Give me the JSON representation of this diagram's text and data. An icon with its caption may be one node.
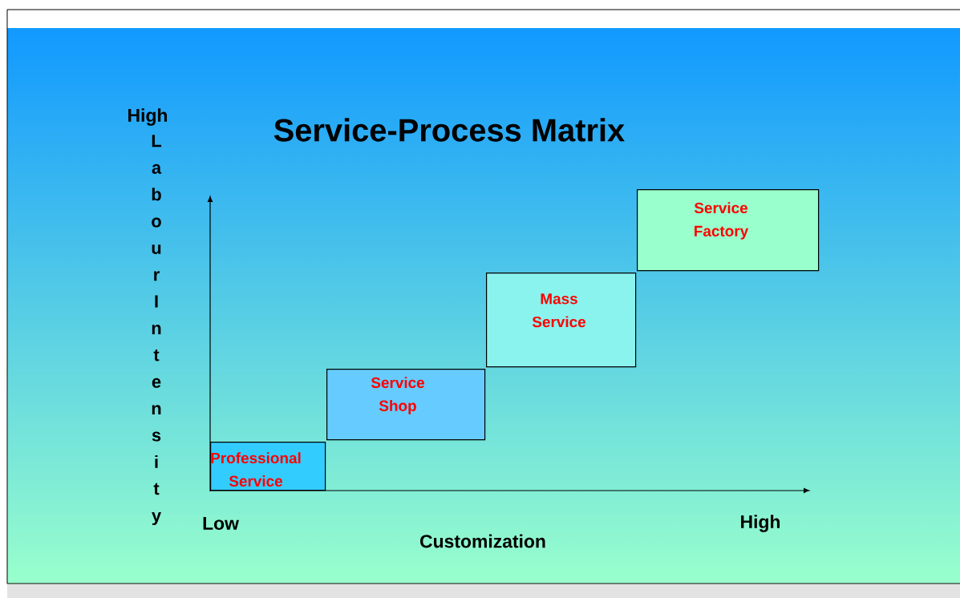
{
  "diagram": {
    "title": "Service-Process Matrix",
    "nodes": [
      {
        "text": [
          "Professional Service"
        ]
      },
      {
        "text": [
          "Service Shop"
        ]
      },
      {
        "text": [
          "Mass Service"
        ]
      },
      {
        "text": [
          "Service Factory"
        ]
      }
    ],
    "labels": [
      "High",
      "Labour Intensity",
      "Low",
      "High",
      "Customization"
    ]
  }
}
